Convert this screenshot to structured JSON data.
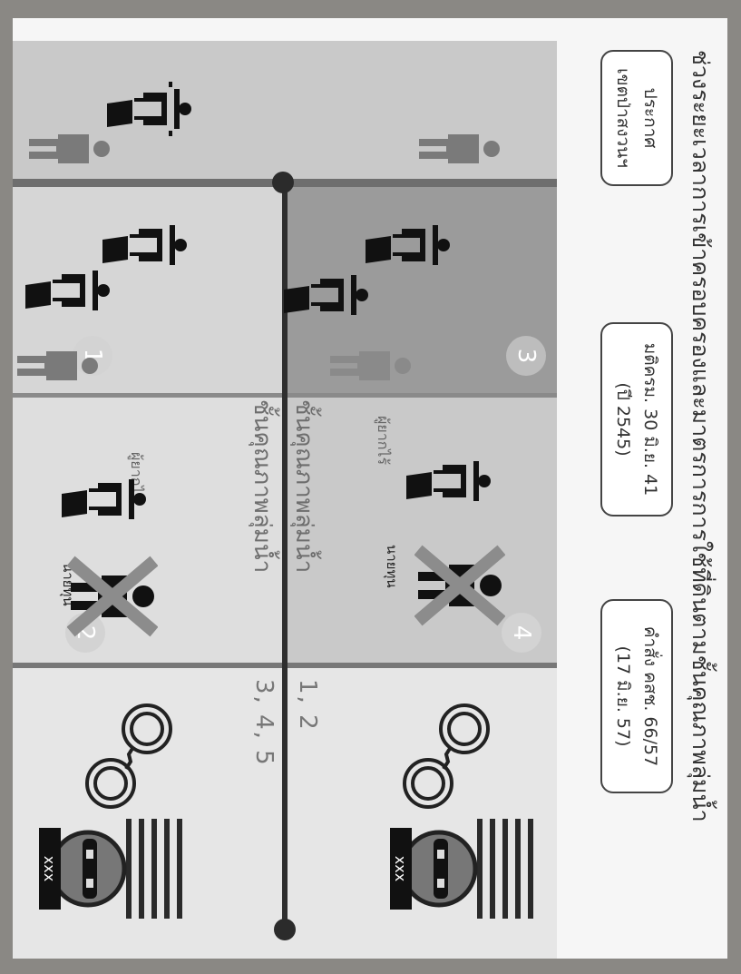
{
  "title": "ช่วงระยะเวลาการเข้าครอบครองและมาตรการการใช้ที่ดินตามชั้นคุณภาพลุ่มน้ำ",
  "timeline": [
    {
      "lines": [
        "ประกาศ",
        "เขตป่าสงวนฯ"
      ]
    },
    {
      "lines": [
        "มติครม. 30 มิ.ย. 41",
        "(ปี 2545)"
      ]
    },
    {
      "lines": [
        "คำสั่ง คสช. 66/57",
        "(17 มิ.ย. 57)"
      ]
    }
  ],
  "zones": {
    "upper": "ชั้นคุณภาพลุ่มน้ำ",
    "lower": "ชั้นคุณภาพลุ่มน้ำ",
    "upper_classes": "1, 2",
    "lower_classes": "3, 4, 5"
  },
  "cases": [
    "1",
    "2",
    "3",
    "4"
  ],
  "labels": {
    "poor": "ผู้ยากไร้",
    "capitalist": "นายทุน"
  },
  "icons": [
    "official-icon",
    "villager-icon",
    "capitalist-icon",
    "cross-mark-icon",
    "handcuffs-icon",
    "prisoner-icon"
  ],
  "colors": {
    "dark_panel": "#9b9b9b",
    "light_panel": "#d6d6d6",
    "line": "#2e2e2e",
    "cross": "#8c8c8c"
  }
}
